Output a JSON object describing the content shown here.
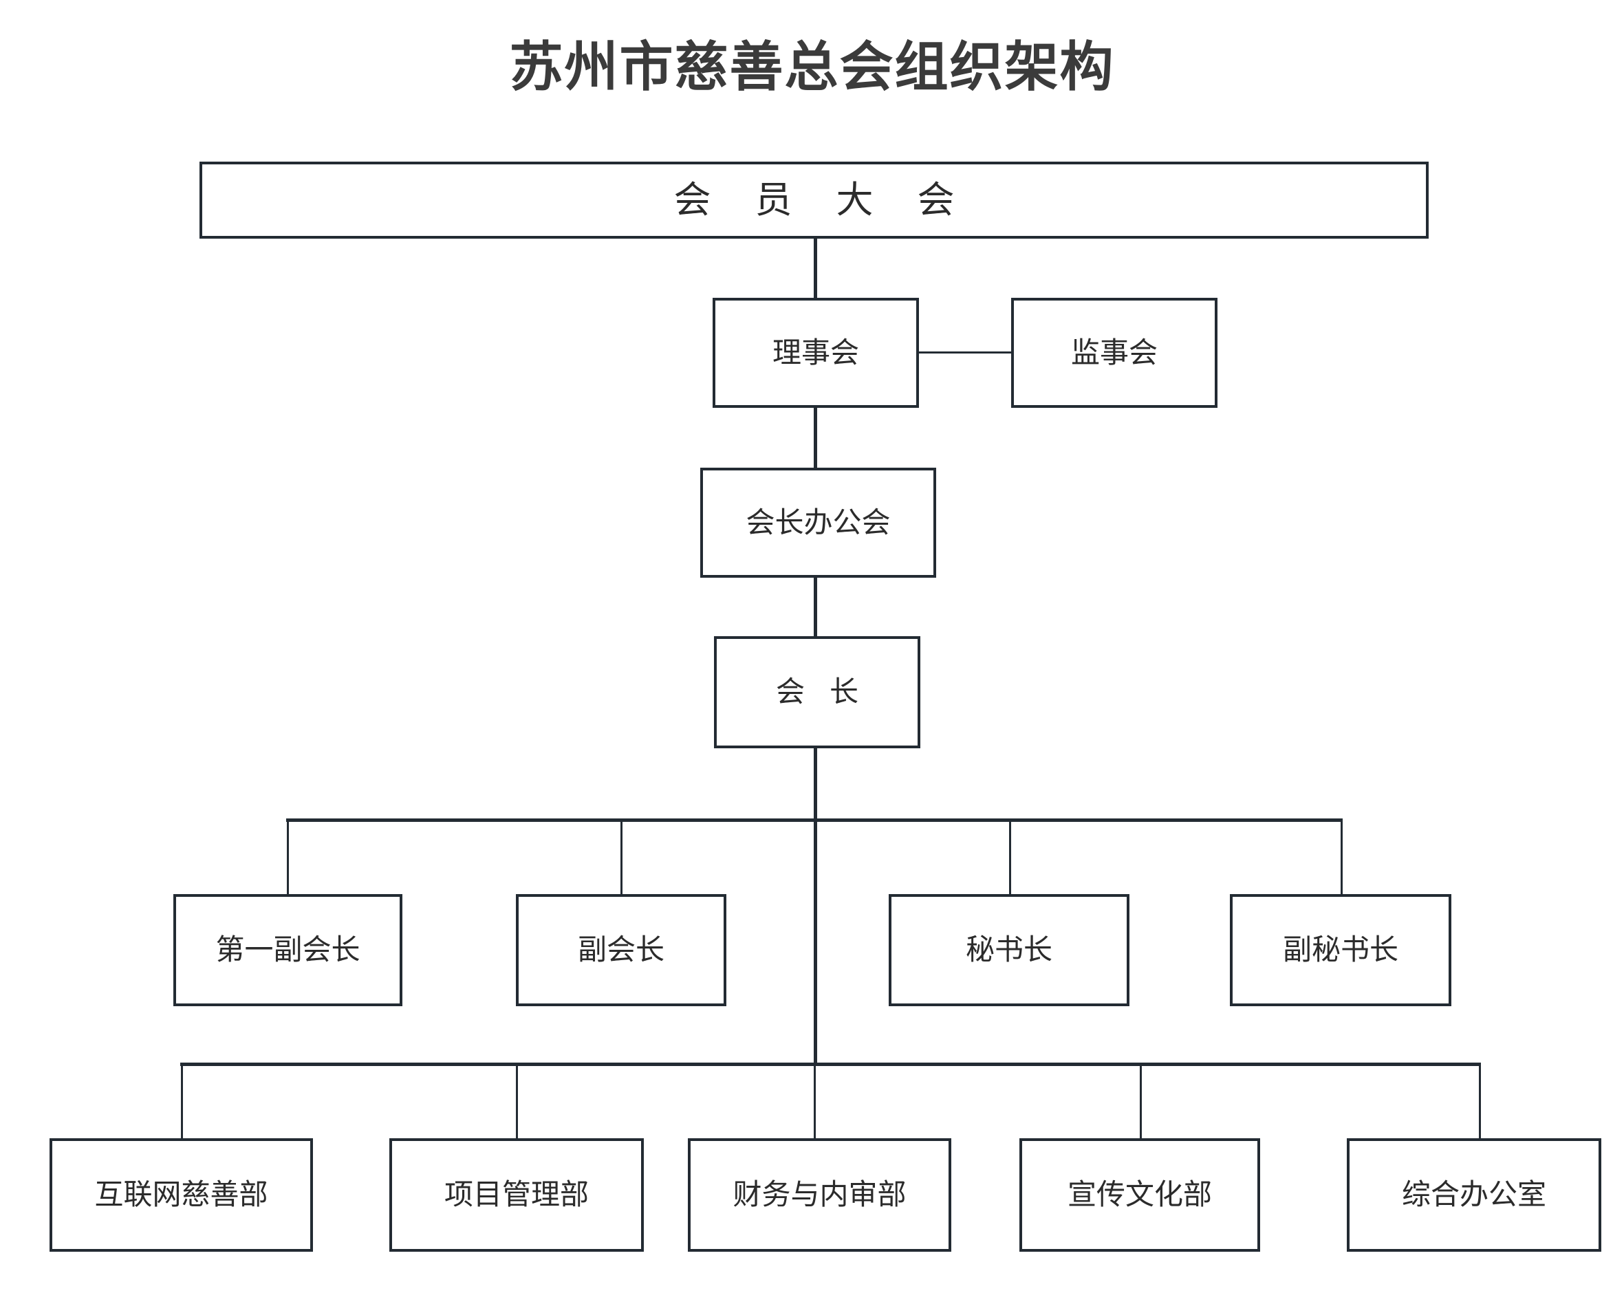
{
  "title": "苏州市慈善总会组织架构",
  "org_chart": {
    "type": "tree",
    "root": "会员大会",
    "nodes": {
      "assembly": {
        "label": "会员大会",
        "level": 1
      },
      "board": {
        "label": "理事会",
        "level": 2
      },
      "supervisors": {
        "label": "监事会",
        "level": 2
      },
      "president_office_meeting": {
        "label": "会长办公会",
        "level": 3
      },
      "president": {
        "label": "会长",
        "level": 4
      },
      "first_vice_president": {
        "label": "第一副会长",
        "level": 5
      },
      "vice_president": {
        "label": "副会长",
        "level": 5
      },
      "secretary_general": {
        "label": "秘书长",
        "level": 5
      },
      "deputy_secretary_general": {
        "label": "副秘书长",
        "level": 5
      },
      "dept_internet_charity": {
        "label": "互联网慈善部",
        "level": 6
      },
      "dept_project_management": {
        "label": "项目管理部",
        "level": 6
      },
      "dept_finance_audit": {
        "label": "财务与内审部",
        "level": 6
      },
      "dept_publicity_culture": {
        "label": "宣传文化部",
        "level": 6
      },
      "dept_general_office": {
        "label": "综合办公室",
        "level": 6
      }
    },
    "level_5_row": [
      "第一副会长",
      "副会长",
      "秘书长",
      "副秘书长"
    ],
    "level_6_row": [
      "互联网慈善部",
      "项目管理部",
      "财务与内审部",
      "宣传文化部",
      "综合办公室"
    ],
    "edges": [
      {
        "from": "会员大会",
        "to": "理事会"
      },
      {
        "from": "理事会",
        "to": "监事会"
      },
      {
        "from": "理事会",
        "to": "会长办公会"
      },
      {
        "from": "会长办公会",
        "to": "会长"
      },
      {
        "from": "会长",
        "to": "第一副会长"
      },
      {
        "from": "会长",
        "to": "副会长"
      },
      {
        "from": "会长",
        "to": "秘书长"
      },
      {
        "from": "会长",
        "to": "副秘书长"
      },
      {
        "from": "会长",
        "to": "互联网慈善部"
      },
      {
        "from": "会长",
        "to": "项目管理部"
      },
      {
        "from": "会长",
        "to": "财务与内审部"
      },
      {
        "from": "会长",
        "to": "宣传文化部"
      },
      {
        "from": "会长",
        "to": "综合办公室"
      }
    ],
    "colors": {
      "background": "#ffffff",
      "border": "#232b33",
      "text": "#2b2b2b",
      "title_text": "#3b3b3b",
      "connector": "#232b33"
    }
  }
}
